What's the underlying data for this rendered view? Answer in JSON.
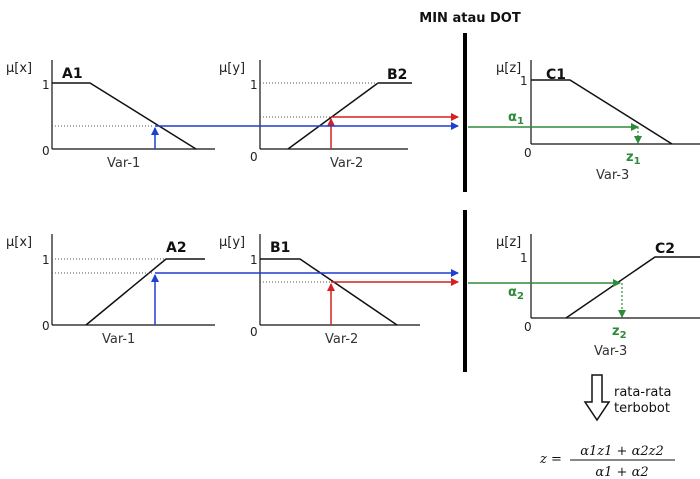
{
  "header": {
    "title": "MIN atau DOT"
  },
  "row1": {
    "x_axis_label": "μ[x]",
    "y_axis_label": "μ[y]",
    "z_axis_label": "μ[z]",
    "set_a": "A1",
    "set_b": "B2",
    "set_c": "C1",
    "var1": "Var-1",
    "var2": "Var-2",
    "var3": "Var-3",
    "alpha": "α",
    "alpha_sub": "1",
    "z": "z",
    "z_sub": "1"
  },
  "row2": {
    "x_axis_label": "μ[x]",
    "y_axis_label": "μ[y]",
    "z_axis_label": "μ[z]",
    "set_a": "A2",
    "set_b": "B1",
    "set_c": "C2",
    "var1": "Var-1",
    "var2": "Var-2",
    "var3": "Var-3",
    "alpha": "α",
    "alpha_sub": "2",
    "z": "z",
    "z_sub": "2"
  },
  "ticks": {
    "one": "1",
    "zero": "0"
  },
  "aggregation": {
    "line1": "rata-rata",
    "line2": "terbobot"
  },
  "formula": {
    "lhs": "z =",
    "numerator": "α1z1 + α2z2",
    "denominator": "α1 + α2"
  },
  "colors": {
    "blue": "#1f3fd0",
    "red": "#d42020",
    "green": "#2e8b3a",
    "black": "#111111"
  }
}
